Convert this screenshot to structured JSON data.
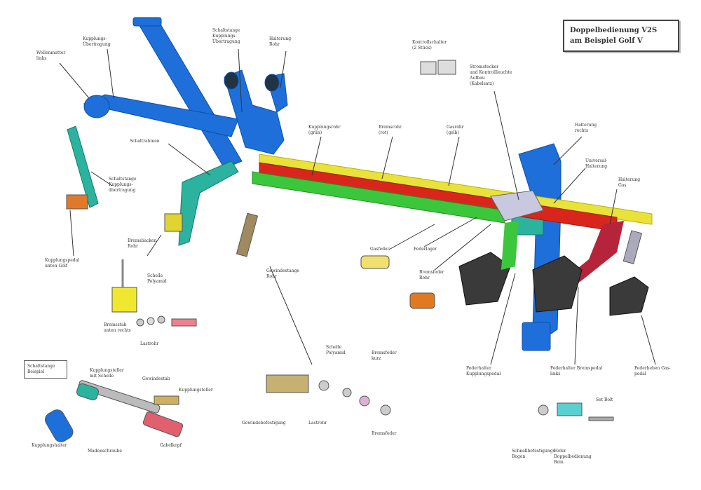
{
  "title": "Doppelbedienung V2S\nam Beispiel Golf V",
  "example_box": "Schaltstange\nBeispiel",
  "colors": {
    "blue": "#1e6fd9",
    "teal": "#2bb3a0",
    "green": "#3cc63c",
    "red": "#d9261c",
    "yellow": "#e8e23a",
    "dark": "#333333"
  },
  "labels": [
    "Wellenmutter\nlinks",
    "Kupplungs-\nÜbertragung",
    "Schaltstange\nKupplungs-\nÜbertragung",
    "Halterung\nRohr",
    "Kontrollschalter\n(2 Stück)",
    "Stromstecker\nund Kontrollleuchte\nAufbau\n(Kabelsatz)",
    "Schaltrahmen",
    "Kupplungsrohr\n(grün)",
    "Bremsrohr\n(rot)",
    "Gasrohr\n(gelb)",
    "Halterung\nrechts",
    "Universal-\nHalterung",
    "Halterung\nGas",
    "Schaltstange\nKupplungs-\nübertragung",
    "Kupplungspedal\nunten Golf",
    "Bremsbacken\nRohr",
    "Gewindestange\nRohr",
    "Schelle\nPolyamid",
    "Bremsstab\nunten rechts",
    "Lastrohr",
    "Gasfeder",
    "Federlager",
    "Bremsfeder\nRohr",
    "Federhalter\nKupplungspedal",
    "Federhalter Bremspedal\nlinks",
    "Federheben Gas-\npedal",
    "Kupplungsteller\nmit Schelle",
    "Gewindestab",
    "Kupplungsteller",
    "Kupplungshalter",
    "Madenschraube",
    "Gabelkopf",
    "Gewindebefestigung",
    "Schelle\nPolyamid",
    "Lastrohr",
    "Bremsfeder\nkurz",
    "Bremsfeder",
    "Schnellbefestigungs-\nBogen",
    "Feder\nDoppelbedienung\nBein",
    "Set Bolt"
  ]
}
